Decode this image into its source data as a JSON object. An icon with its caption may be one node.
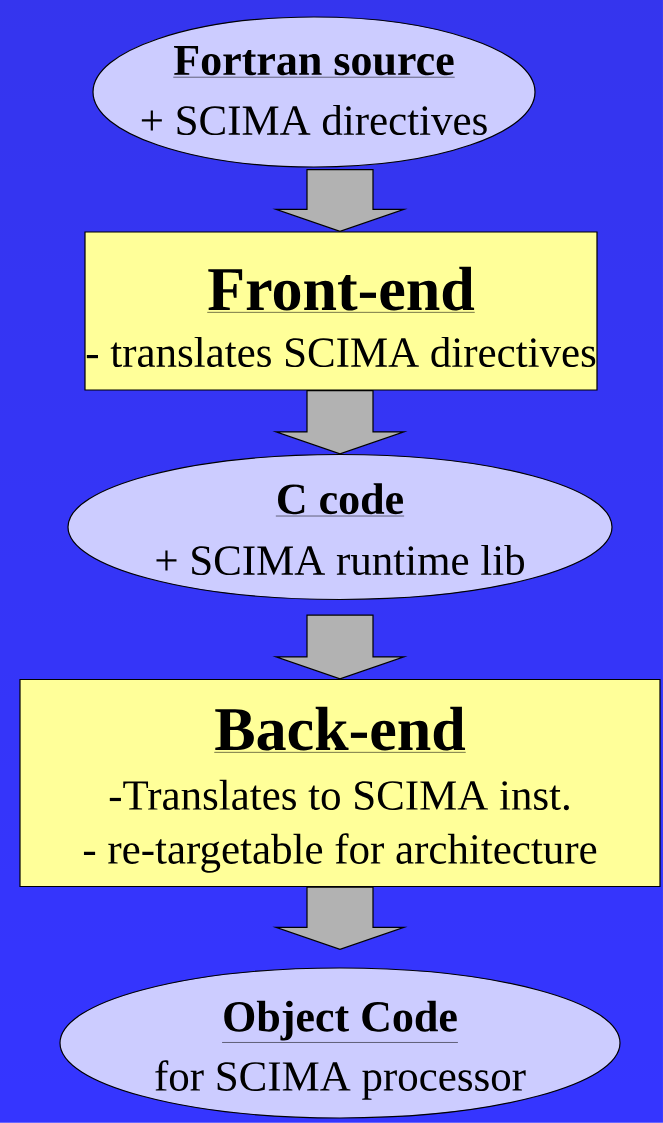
{
  "diagram": {
    "nodes": [
      {
        "text": [
          "Fortran source",
          "+ SCIMA directives"
        ]
      },
      {
        "text": [
          "Front-end",
          "- translates SCIMA directives"
        ]
      },
      {
        "text": [
          "C code",
          "+ SCIMA runtime lib"
        ]
      },
      {
        "text": [
          "Back-end",
          "-Translates to SCIMA inst.",
          "- re-targetable for architecture"
        ]
      },
      {
        "text": [
          "Object Code",
          "for SCIMA processor"
        ]
      }
    ],
    "edges": [
      {
        "from": 0,
        "to": 1,
        "arrow": "to"
      },
      {
        "from": 1,
        "to": 2,
        "arrow": "to"
      },
      {
        "from": 2,
        "to": 3,
        "arrow": "to"
      },
      {
        "from": 3,
        "to": 4,
        "arrow": "to"
      }
    ]
  }
}
